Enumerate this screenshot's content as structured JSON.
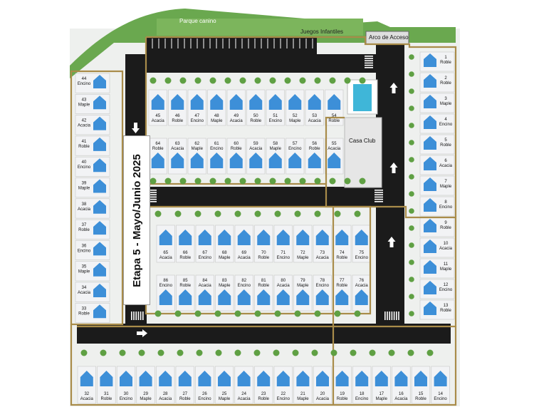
{
  "labels": {
    "park": "Parque canino",
    "playground": "Juegos Infantiles",
    "gate": "Arco de Acceso",
    "clubhouse": "Casa Club",
    "stage": "Etapa 5  - Mayo/Junio 2025"
  },
  "colors": {
    "road": "#1b1b1b",
    "house": "#3d8fd8",
    "lot": "#f1f2f4",
    "boundary": "#a98c4a",
    "green": "#5fa043",
    "pool": "#3fb6d8"
  },
  "lots": {
    "right_column": [
      {
        "num": "1",
        "model": "Roble"
      },
      {
        "num": "2",
        "model": "Roble"
      },
      {
        "num": "3",
        "model": "Maple"
      },
      {
        "num": "4",
        "model": "Encino"
      },
      {
        "num": "5",
        "model": "Roble"
      },
      {
        "num": "6",
        "model": "Acacia"
      },
      {
        "num": "7",
        "model": "Maple"
      },
      {
        "num": "8",
        "model": "Encino"
      },
      {
        "num": "9",
        "model": "Roble"
      },
      {
        "num": "10",
        "model": "Acacia"
      },
      {
        "num": "11",
        "model": "Maple"
      },
      {
        "num": "12",
        "model": "Encino"
      },
      {
        "num": "13",
        "model": "Roble"
      }
    ],
    "left_column": [
      {
        "num": "44",
        "model": "Encino"
      },
      {
        "num": "43",
        "model": "Maple"
      },
      {
        "num": "42",
        "model": "Acacia"
      },
      {
        "num": "41",
        "model": "Roble"
      },
      {
        "num": "40",
        "model": "Encino"
      },
      {
        "num": "39",
        "model": "Maple"
      },
      {
        "num": "38",
        "model": "Acacia"
      },
      {
        "num": "37",
        "model": "Roble"
      },
      {
        "num": "36",
        "model": "Encino"
      },
      {
        "num": "35",
        "model": "Maple"
      },
      {
        "num": "34",
        "model": "Acacia"
      },
      {
        "num": "33",
        "model": "Roble"
      }
    ],
    "row_45_54": [
      {
        "num": "45",
        "model": "Acacia"
      },
      {
        "num": "46",
        "model": "Roble"
      },
      {
        "num": "47",
        "model": "Encino"
      },
      {
        "num": "48",
        "model": "Maple"
      },
      {
        "num": "49",
        "model": "Acacia"
      },
      {
        "num": "50",
        "model": "Roble"
      },
      {
        "num": "51",
        "model": "Encino"
      },
      {
        "num": "52",
        "model": "Maple"
      },
      {
        "num": "53",
        "model": "Acacia"
      },
      {
        "num": "54",
        "model": "Roble"
      }
    ],
    "row_64_55": [
      {
        "num": "64",
        "model": "Roble"
      },
      {
        "num": "63",
        "model": "Acacia"
      },
      {
        "num": "62",
        "model": "Maple"
      },
      {
        "num": "61",
        "model": "Encino"
      },
      {
        "num": "60",
        "model": "Roble"
      },
      {
        "num": "59",
        "model": "Acacia"
      },
      {
        "num": "58",
        "model": "Maple"
      },
      {
        "num": "57",
        "model": "Encino"
      },
      {
        "num": "56",
        "model": "Roble"
      },
      {
        "num": "55",
        "model": "Acacia"
      }
    ],
    "row_65_75": [
      {
        "num": "65",
        "model": "Acacia"
      },
      {
        "num": "66",
        "model": "Roble"
      },
      {
        "num": "67",
        "model": "Encino"
      },
      {
        "num": "68",
        "model": "Maple"
      },
      {
        "num": "69",
        "model": "Acacia"
      },
      {
        "num": "70",
        "model": "Roble"
      },
      {
        "num": "71",
        "model": "Encino"
      },
      {
        "num": "72",
        "model": "Maple"
      },
      {
        "num": "73",
        "model": "Acacia"
      },
      {
        "num": "74",
        "model": "Roble"
      },
      {
        "num": "75",
        "model": "Encino"
      }
    ],
    "row_86_76": [
      {
        "num": "86",
        "model": "Encino"
      },
      {
        "num": "85",
        "model": "Roble"
      },
      {
        "num": "84",
        "model": "Acacia"
      },
      {
        "num": "83",
        "model": "Maple"
      },
      {
        "num": "82",
        "model": "Encino"
      },
      {
        "num": "81",
        "model": "Roble"
      },
      {
        "num": "80",
        "model": "Acacia"
      },
      {
        "num": "79",
        "model": "Maple"
      },
      {
        "num": "78",
        "model": "Encino"
      },
      {
        "num": "77",
        "model": "Roble"
      },
      {
        "num": "76",
        "model": "Acacia"
      }
    ],
    "bottom_row": [
      {
        "num": "32",
        "model": "Acacia"
      },
      {
        "num": "31",
        "model": "Roble"
      },
      {
        "num": "30",
        "model": "Encino"
      },
      {
        "num": "29",
        "model": "Maple"
      },
      {
        "num": "28",
        "model": "Acacia"
      },
      {
        "num": "27",
        "model": "Roble"
      },
      {
        "num": "26",
        "model": "Encino"
      },
      {
        "num": "25",
        "model": "Maple"
      },
      {
        "num": "24",
        "model": "Acacia"
      },
      {
        "num": "23",
        "model": "Roble"
      },
      {
        "num": "22",
        "model": "Encino"
      },
      {
        "num": "21",
        "model": "Maple"
      },
      {
        "num": "20",
        "model": "Acacia"
      },
      {
        "num": "19",
        "model": "Roble"
      },
      {
        "num": "18",
        "model": "Encino"
      },
      {
        "num": "17",
        "model": "Maple"
      },
      {
        "num": "16",
        "model": "Acacia"
      },
      {
        "num": "15",
        "model": "Roble"
      },
      {
        "num": "14",
        "model": "Encino"
      }
    ]
  }
}
